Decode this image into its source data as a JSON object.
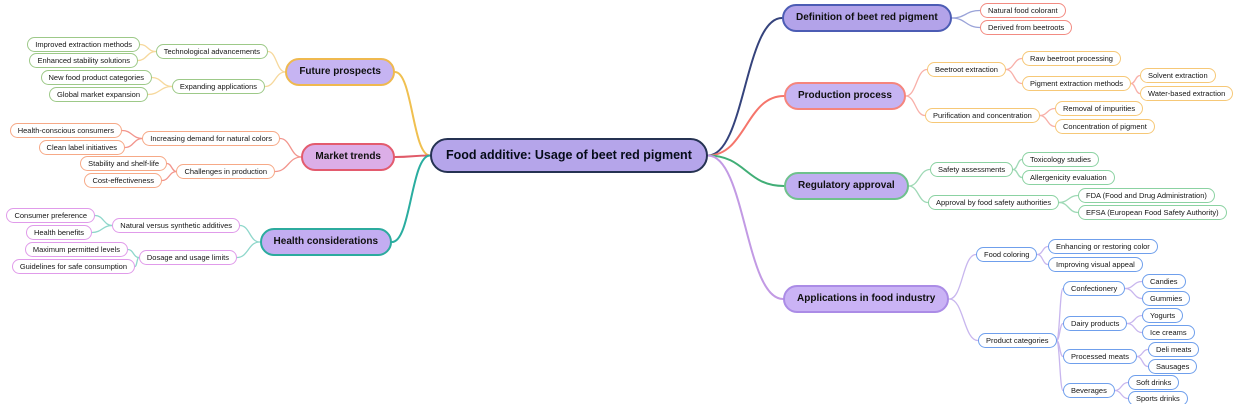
{
  "title": "Food additive: Usage of beet red pigment",
  "root": {
    "label": "Food additive: Usage of beet red pigment"
  },
  "colors": {
    "root": {
      "fill": "#b5a5ea",
      "border": "#253252"
    },
    "definition": {
      "fill": "#b3a3e9",
      "border": "#4c5cb4",
      "line": "#35437c",
      "sub": "#9aa3d8",
      "leaf_border": "#f28b82"
    },
    "production": {
      "fill": "#c6b4f2",
      "border": "#f5857d",
      "line": "#f5756b",
      "sub": "#f8b0a9",
      "leaf_border": "#f6c877"
    },
    "regulatory": {
      "fill": "#c0aef0",
      "border": "#6fc18d",
      "line": "#41ae76",
      "sub": "#9fd9b6",
      "leaf_border": "#8bd2a2"
    },
    "applications": {
      "fill": "#cab3f5",
      "border": "#ab8ce6",
      "line": "#c29ae4",
      "sub": "#c8b6ee",
      "leaf_border": "#6f9fec"
    },
    "future": {
      "fill": "#c6b4f2",
      "border": "#efb94f",
      "line": "#f0c050",
      "sub": "#f6d89c",
      "leaf_border": "#9dc988"
    },
    "market": {
      "fill": "#dcaee7",
      "border": "#e35b6e",
      "line": "#e05a68",
      "sub": "#f2958d",
      "leaf_border": "#f6a987"
    },
    "health": {
      "fill": "#c3adf1",
      "border": "#2cab9e",
      "line": "#2aada0",
      "sub": "#8fd7cb",
      "leaf_border": "#e09bea"
    }
  },
  "branches": [
    {
      "label": "Definition of beet red pigment",
      "children": [
        {
          "label": "Natural food colorant"
        },
        {
          "label": "Derived from beetroots"
        }
      ]
    },
    {
      "label": "Production process",
      "children": [
        {
          "label": "Beetroot extraction",
          "children": [
            {
              "label": "Raw beetroot processing"
            },
            {
              "label": "Pigment extraction methods",
              "children": [
                {
                  "label": "Solvent extraction"
                },
                {
                  "label": "Water-based extraction"
                }
              ]
            }
          ]
        },
        {
          "label": "Purification and concentration",
          "children": [
            {
              "label": "Removal of impurities"
            },
            {
              "label": "Concentration of pigment"
            }
          ]
        }
      ]
    },
    {
      "label": "Regulatory approval",
      "children": [
        {
          "label": "Safety assessments",
          "children": [
            {
              "label": "Toxicology studies"
            },
            {
              "label": "Allergenicity evaluation"
            }
          ]
        },
        {
          "label": "Approval by food safety authorities",
          "children": [
            {
              "label": "FDA (Food and Drug Administration)"
            },
            {
              "label": "EFSA (European Food Safety Authority)"
            }
          ]
        }
      ]
    },
    {
      "label": "Applications in food industry",
      "children": [
        {
          "label": "Food coloring",
          "children": [
            {
              "label": "Enhancing or restoring color"
            },
            {
              "label": "Improving visual appeal"
            }
          ]
        },
        {
          "label": "Product categories",
          "children": [
            {
              "label": "Confectionery",
              "children": [
                {
                  "label": "Candies"
                },
                {
                  "label": "Gummies"
                }
              ]
            },
            {
              "label": "Dairy products",
              "children": [
                {
                  "label": "Yogurts"
                },
                {
                  "label": "Ice creams"
                }
              ]
            },
            {
              "label": "Processed meats",
              "children": [
                {
                  "label": "Deli meats"
                },
                {
                  "label": "Sausages"
                }
              ]
            },
            {
              "label": "Beverages",
              "children": [
                {
                  "label": "Soft drinks"
                },
                {
                  "label": "Sports drinks"
                }
              ]
            }
          ]
        }
      ]
    },
    {
      "label": "Future prospects",
      "children": [
        {
          "label": "Technological advancements",
          "children": [
            {
              "label": "Improved extraction methods"
            },
            {
              "label": "Enhanced stability solutions"
            }
          ]
        },
        {
          "label": "Expanding applications",
          "children": [
            {
              "label": "New food product categories"
            },
            {
              "label": "Global market expansion"
            }
          ]
        }
      ]
    },
    {
      "label": "Market trends",
      "children": [
        {
          "label": "Increasing demand for natural colors",
          "children": [
            {
              "label": "Health-conscious consumers"
            },
            {
              "label": "Clean label initiatives"
            }
          ]
        },
        {
          "label": "Challenges in production",
          "children": [
            {
              "label": "Stability and shelf-life"
            },
            {
              "label": "Cost-effectiveness"
            }
          ]
        }
      ]
    },
    {
      "label": "Health considerations",
      "children": [
        {
          "label": "Natural versus synthetic additives",
          "children": [
            {
              "label": "Consumer preference"
            },
            {
              "label": "Health benefits"
            }
          ]
        },
        {
          "label": "Dosage and usage limits",
          "children": [
            {
              "label": "Maximum permitted levels"
            },
            {
              "label": "Guidelines for safe consumption"
            }
          ]
        }
      ]
    }
  ]
}
